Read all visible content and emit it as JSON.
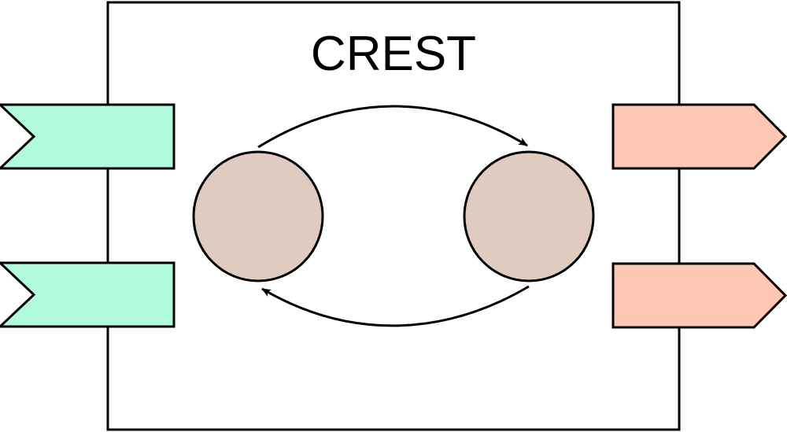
{
  "diagram": {
    "title": "CREST",
    "colors": {
      "background": "#ffffff",
      "stroke": "#000000",
      "input_port_fill": "#b2fadc",
      "output_port_fill": "#ffc8b4",
      "state_fill": "#e0cbc0"
    },
    "input_ports": [
      {
        "id": "input-port-1"
      },
      {
        "id": "input-port-2"
      }
    ],
    "output_ports": [
      {
        "id": "output-port-1"
      },
      {
        "id": "output-port-2"
      }
    ],
    "states": [
      {
        "id": "state-left"
      },
      {
        "id": "state-right"
      }
    ],
    "transitions": [
      {
        "from": "state-left",
        "to": "state-right"
      },
      {
        "from": "state-right",
        "to": "state-left"
      }
    ]
  }
}
